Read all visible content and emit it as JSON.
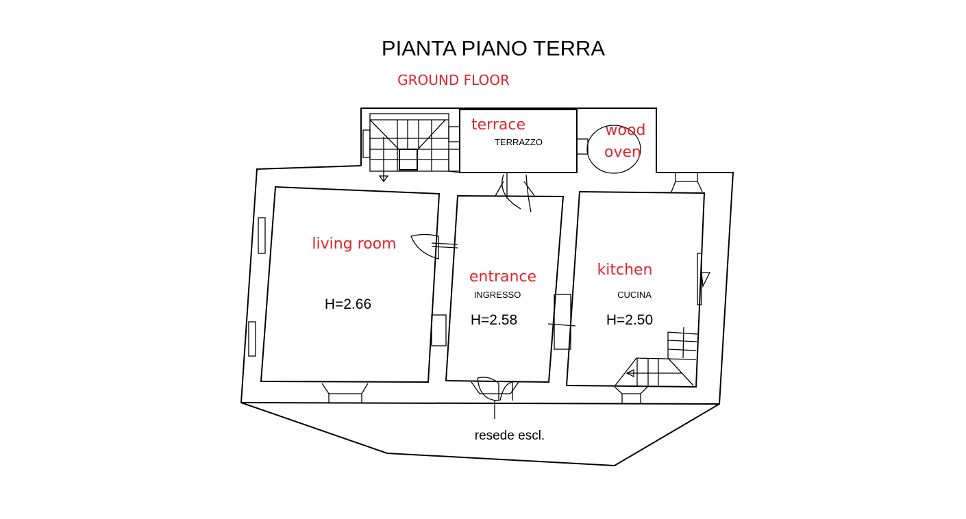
{
  "title": "PIANTA PIANO TERRA",
  "subtitle": "GROUND FLOOR",
  "rooms": {
    "terrace": {
      "en": "terrace",
      "it": "TERRAZZO"
    },
    "oven": {
      "en_line1": "wood",
      "en_line2": "oven"
    },
    "living": {
      "en": "living room",
      "height": "H=2.66"
    },
    "entrance": {
      "en": "entrance",
      "it": "INGRESSO",
      "height": "H=2.58"
    },
    "kitchen": {
      "en": "kitchen",
      "it": "CUCINA",
      "height": "H=2.50"
    }
  },
  "yard_label": "resede escl.",
  "colors": {
    "annotation": "#e0242b",
    "lines": "#000000"
  }
}
